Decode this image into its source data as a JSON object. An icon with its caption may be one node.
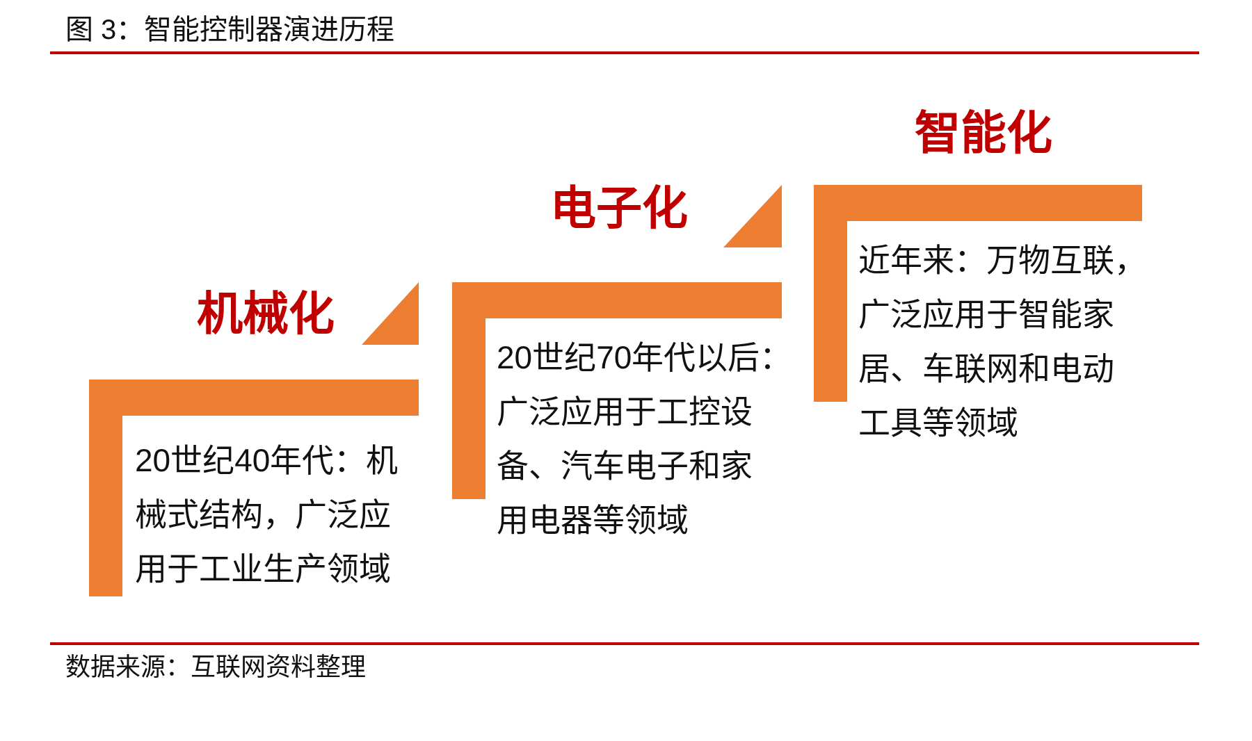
{
  "diagram": {
    "title": "图 3：智能控制器演进历程",
    "nodes": [
      {
        "text": [
          "机械化",
          "20世纪40年代：机械式结构，广泛应用于工业生产领域"
        ]
      },
      {
        "text": [
          "电子化",
          "20世纪70年代以后：广泛应用于工控设备、汽车电子和家用电器等领域"
        ]
      },
      {
        "text": [
          "智能化",
          "近年来：万物互联，广泛应用于智能家居、车联网和电动工具等领域"
        ]
      }
    ],
    "labels": [
      "数据来源：互联网资料整理"
    ]
  }
}
